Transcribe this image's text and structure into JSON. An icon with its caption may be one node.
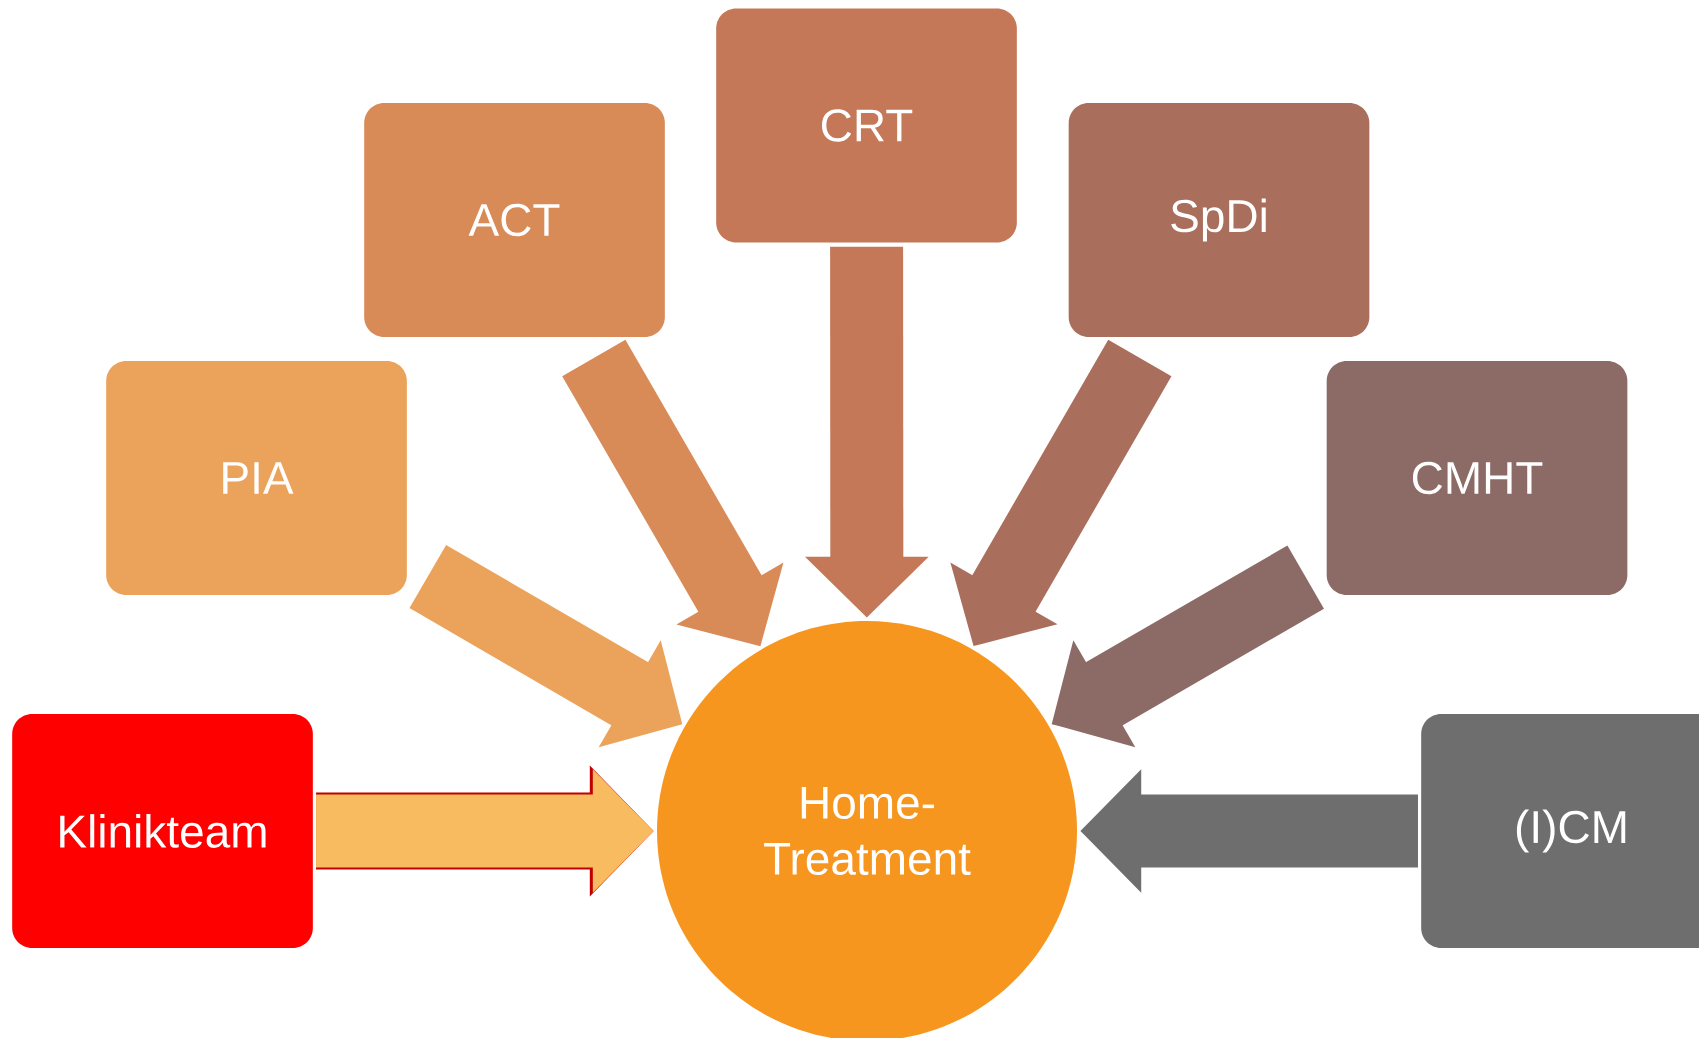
{
  "diagram": {
    "nodes": [
      {
        "text": [
          "CRT"
        ]
      },
      {
        "text": [
          "ACT"
        ]
      },
      {
        "text": [
          "SpDi"
        ]
      },
      {
        "text": [
          "PIA"
        ]
      },
      {
        "text": [
          "CMHT"
        ]
      },
      {
        "text": [
          "Klinikteam"
        ]
      },
      {
        "text": [
          "Home- Treatment"
        ]
      },
      {
        "text": [
          "(I)CM"
        ]
      }
    ],
    "edges": [
      {
        "from": 0,
        "to": 6,
        "arrow": "to",
        "color": "#c47857"
      },
      {
        "from": 1,
        "to": 6,
        "arrow": "to",
        "color": "#d98b57"
      },
      {
        "from": 2,
        "to": 6,
        "arrow": "to",
        "color": "#aa6e5c"
      },
      {
        "from": 3,
        "to": 6,
        "arrow": "to",
        "color": "#eba35b"
      },
      {
        "from": 4,
        "to": 6,
        "arrow": "to",
        "color": "#8c6a66"
      },
      {
        "from": 5,
        "to": 6,
        "arrow": "to",
        "color": "#f9bb5f"
      },
      {
        "from": 7,
        "to": 6,
        "arrow": "to",
        "color": "#6e6e6e"
      }
    ]
  }
}
